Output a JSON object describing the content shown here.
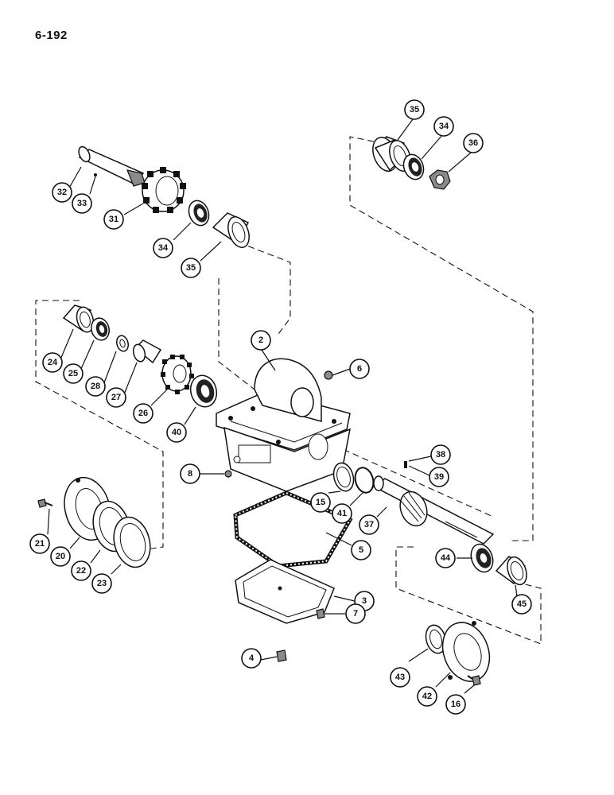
{
  "page": {
    "number": "6-192"
  },
  "callouts": [
    {
      "id": "c35a",
      "label": "35"
    },
    {
      "id": "c34a",
      "label": "34"
    },
    {
      "id": "c36",
      "label": "36"
    },
    {
      "id": "c32",
      "label": "32"
    },
    {
      "id": "c33",
      "label": "33"
    },
    {
      "id": "c31",
      "label": "31"
    },
    {
      "id": "c34b",
      "label": "34"
    },
    {
      "id": "c35b",
      "label": "35"
    },
    {
      "id": "c24",
      "label": "24"
    },
    {
      "id": "c25",
      "label": "25"
    },
    {
      "id": "c28",
      "label": "28"
    },
    {
      "id": "c27",
      "label": "27"
    },
    {
      "id": "c26",
      "label": "26"
    },
    {
      "id": "c40",
      "label": "40"
    },
    {
      "id": "c2",
      "label": "2"
    },
    {
      "id": "c6",
      "label": "6"
    },
    {
      "id": "c8",
      "label": "8"
    },
    {
      "id": "c38",
      "label": "38"
    },
    {
      "id": "c39",
      "label": "39"
    },
    {
      "id": "c15",
      "label": "15"
    },
    {
      "id": "c41",
      "label": "41"
    },
    {
      "id": "c37",
      "label": "37"
    },
    {
      "id": "c5",
      "label": "5"
    },
    {
      "id": "c21",
      "label": "21"
    },
    {
      "id": "c20",
      "label": "20"
    },
    {
      "id": "c22",
      "label": "22"
    },
    {
      "id": "c23",
      "label": "23"
    },
    {
      "id": "c44",
      "label": "44"
    },
    {
      "id": "c45",
      "label": "45"
    },
    {
      "id": "c3",
      "label": "3"
    },
    {
      "id": "c7",
      "label": "7"
    },
    {
      "id": "c4",
      "label": "4"
    },
    {
      "id": "c43",
      "label": "43"
    },
    {
      "id": "c42",
      "label": "42"
    },
    {
      "id": "c16",
      "label": "16"
    }
  ]
}
